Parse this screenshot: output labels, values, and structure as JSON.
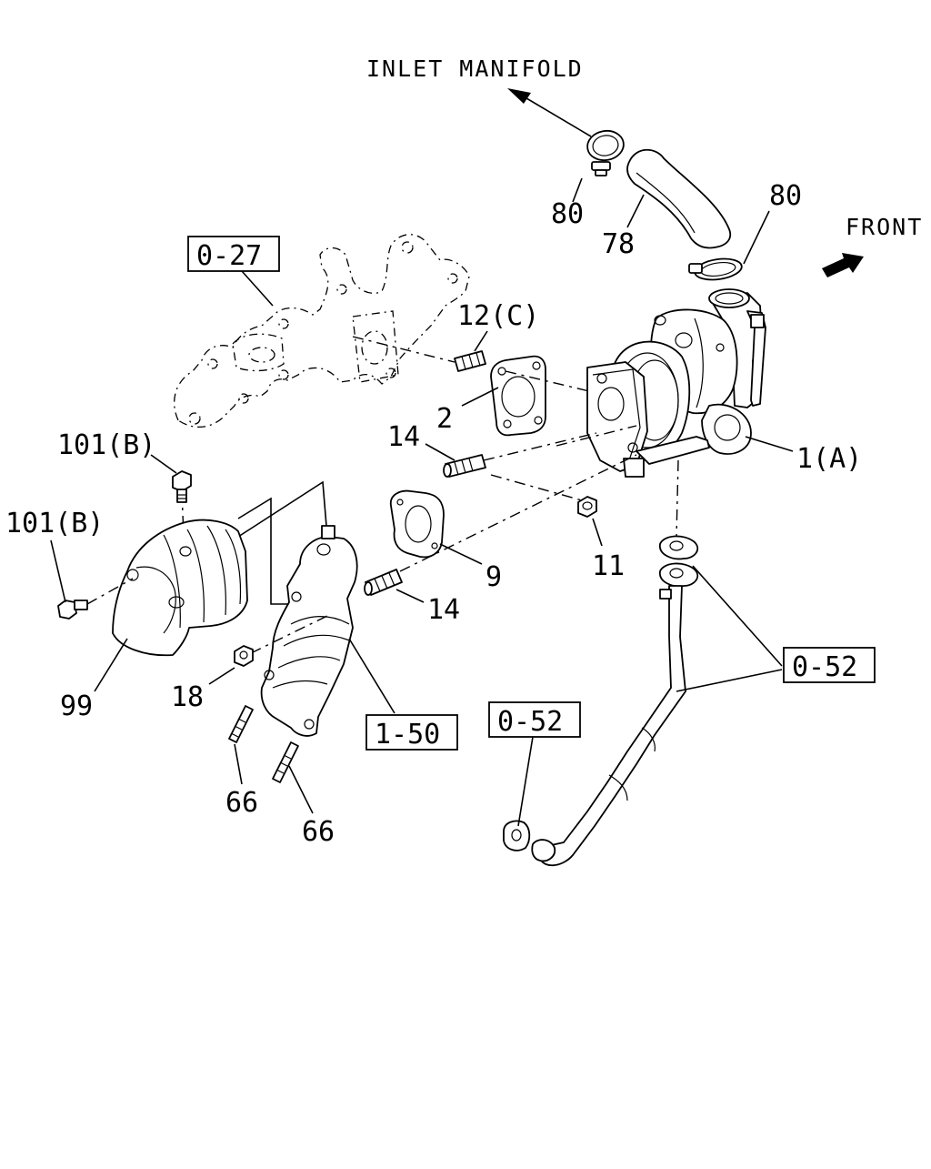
{
  "header": {
    "inlet_manifold": "INLET MANIFOLD",
    "front": "FRONT"
  },
  "callouts": {
    "p80a": "80",
    "p78": "78",
    "p80b": "80",
    "p1a": "1(A)",
    "p12c": "12(C)",
    "p2": "2",
    "p14a": "14",
    "p14b": "14",
    "p11": "11",
    "p9": "9",
    "p101a": "101(B)",
    "p101b": "101(B)",
    "p99": "99",
    "p18": "18",
    "p66a": "66",
    "p66b": "66"
  },
  "refs": {
    "r027": "0-27",
    "r052a": "0-52",
    "r052b": "0-52",
    "r150": "1-50"
  }
}
